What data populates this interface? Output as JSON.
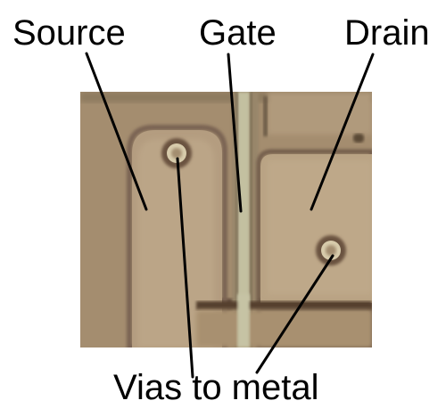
{
  "labels": {
    "source": "Source",
    "gate": "Gate",
    "drain": "Drain",
    "vias": "Vias to metal"
  },
  "colors": {
    "background": "#ffffff",
    "substrate": "#a79072",
    "source_region": "#b39c80",
    "drain_region": "#b8a284",
    "gate_line": "#c2bf9c",
    "metal_edge": "#6e5646",
    "via_dark": "#5b4433",
    "via_light": "#d6c9a8",
    "leader_line": "#000000"
  },
  "icons": {
    "source_via": "via-circle",
    "drain_via": "via-circle"
  }
}
